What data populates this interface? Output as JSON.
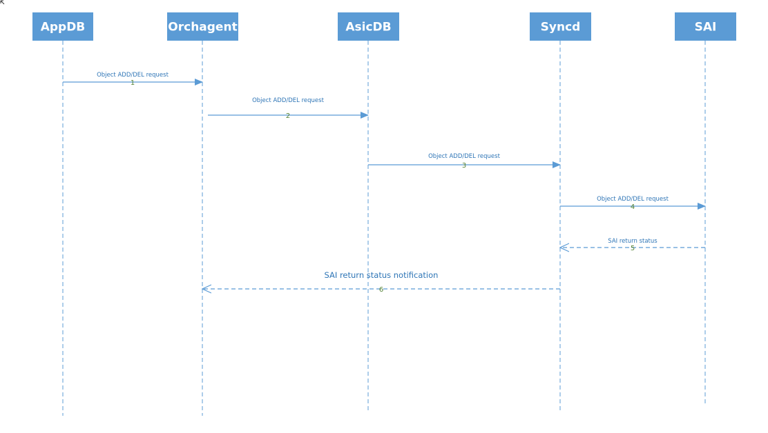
{
  "actors": [
    {
      "id": "appdb",
      "label": "AppDB"
    },
    {
      "id": "orchagent",
      "label": "Orchagent"
    },
    {
      "id": "asicdb",
      "label": "AsicDB"
    },
    {
      "id": "syncd",
      "label": "Syncd"
    },
    {
      "id": "sai",
      "label": "SAI"
    }
  ],
  "messages": [
    {
      "from": "appdb",
      "to": "orchagent",
      "label": "Object ADD/DEL request",
      "number": "1",
      "style": "solid"
    },
    {
      "from": "orchagent",
      "to": "asicdb",
      "label": "Object ADD/DEL request",
      "number": "2",
      "style": "solid"
    },
    {
      "from": "asicdb",
      "to": "syncd",
      "label": "Object ADD/DEL request",
      "number": "3",
      "style": "solid"
    },
    {
      "from": "syncd",
      "to": "sai",
      "label": "Object ADD/DEL request",
      "number": "4",
      "style": "solid"
    },
    {
      "from": "sai",
      "to": "syncd",
      "label": "SAI return status",
      "number": "5",
      "style": "dashed"
    },
    {
      "from": "syncd",
      "to": "orchagent",
      "label": "SAI return status notification",
      "number": "6",
      "style": "dashed"
    }
  ],
  "colors": {
    "actor_fill": "#5b9bd5",
    "message_line": "#5b9bd5",
    "message_label": "#2e75b6",
    "message_number": "#548235"
  }
}
